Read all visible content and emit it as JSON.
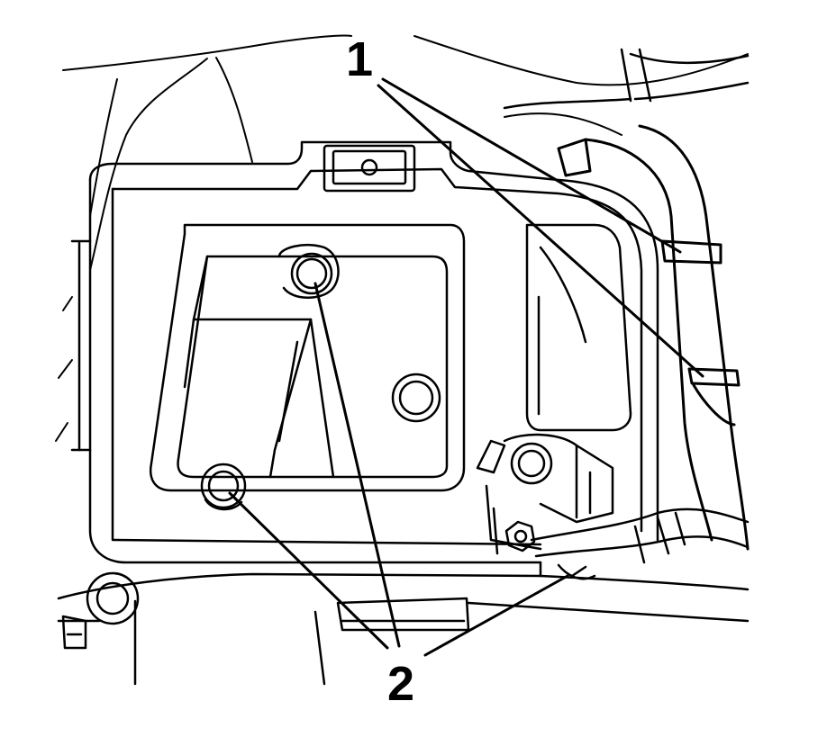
{
  "callouts": [
    {
      "id": "callout-1",
      "label": "1"
    },
    {
      "id": "callout-2",
      "label": "2"
    }
  ],
  "colors": {
    "ink": "#000000",
    "paper": "#ffffff"
  }
}
